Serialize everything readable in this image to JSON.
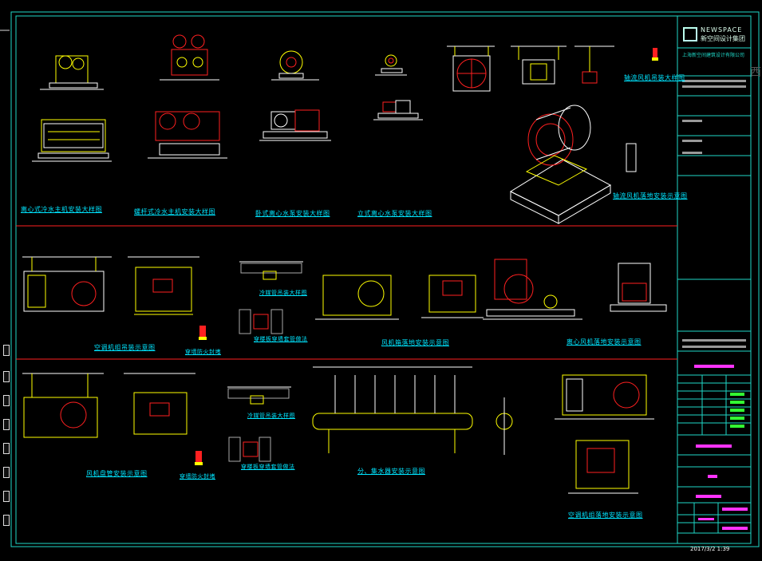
{
  "titlebar": {
    "brand": "NEWSPACE",
    "brand_cn": "新空间设计集团",
    "company": "上海新空间建筑设计有限公司",
    "watermark": "西"
  },
  "sheet": {
    "row1_titles": [
      "离心式冷水主机安装大样图",
      "螺杆式冷水主机安装大样图",
      "卧式离心水泵安装大样图",
      "立式离心水泵安装大样图",
      "轴流风机吊装大样图"
    ],
    "row1_extra_title": "轴流风机落地安装示意图",
    "row2_titles": [
      "空调机组吊装示意图",
      "风机箱落地安装示意图",
      "离心风机落地安装示意图"
    ],
    "row2_small": [
      "冷媒管吊装大样图",
      "穿楼板穿墙套管做法",
      "穿墙防火封堵"
    ],
    "row3_titles": [
      "风机盘管安装示意图",
      "分、集水器安装示意图",
      "空调机组落地安装示意图"
    ],
    "row3_small": [
      "冷媒管吊装大样图",
      "穿楼板穿墙套管做法",
      "穿墙防火封堵"
    ],
    "date_stamp": "2017/3/2 1:39"
  },
  "colors": {
    "frame": "#1fd8c8",
    "separator": "#ff2020",
    "title": "#00e5ff",
    "equipment_yellow": "#ffff00",
    "equipment_red": "#ff2020",
    "equipment_white": "#ffffff",
    "label_magenta": "#ff33ff",
    "label_green": "#33ff33"
  }
}
